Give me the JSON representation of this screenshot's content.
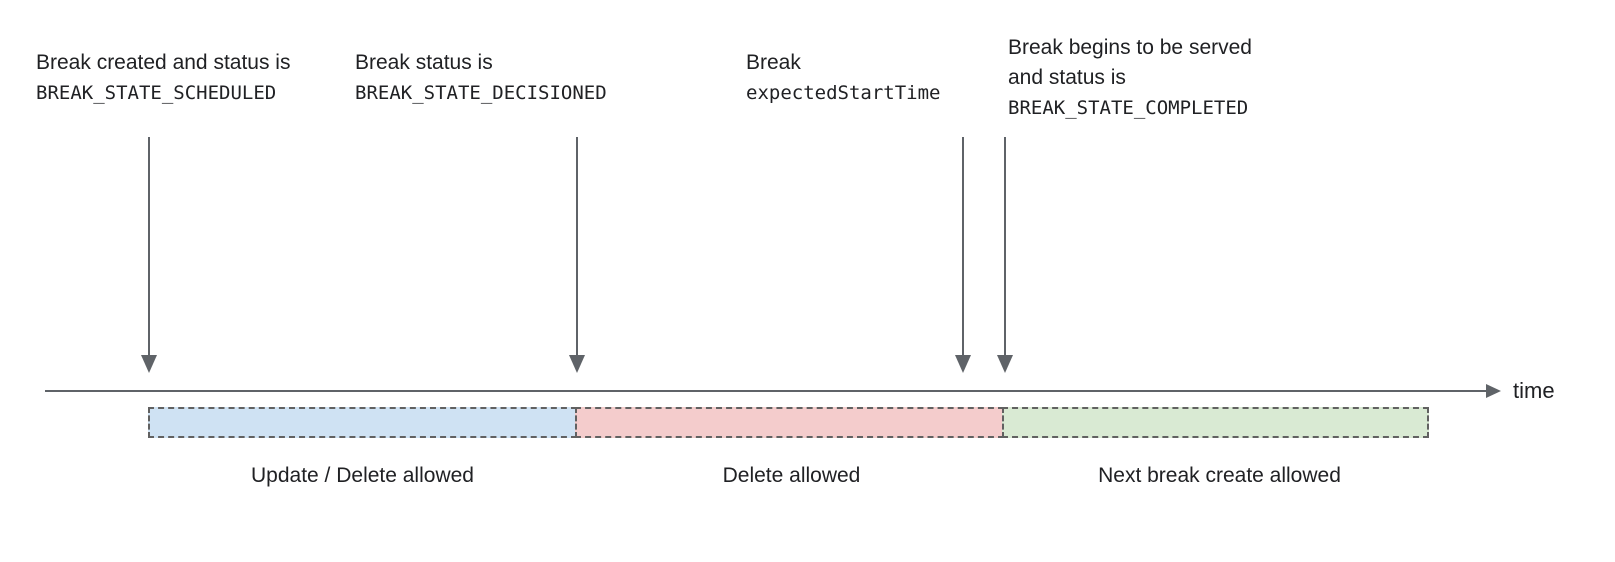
{
  "diagram": {
    "annotations": [
      {
        "line1": "Break created and status is",
        "code": "BREAK_STATE_SCHEDULED"
      },
      {
        "line1": "Break status is",
        "code": "BREAK_STATE_DECISIONED"
      },
      {
        "line1": "Break",
        "code": "expectedStartTime"
      },
      {
        "line1": "Break begins to be served",
        "line2": "and status is",
        "code": "BREAK_STATE_COMPLETED"
      }
    ],
    "axis_label": "time",
    "segments": [
      {
        "label": "Update / Delete allowed",
        "fill": "#cfe2f3"
      },
      {
        "label": "Delete allowed",
        "fill": "#f4cccc"
      },
      {
        "label": "Next break create allowed",
        "fill": "#d9ead3"
      }
    ],
    "colors": {
      "line": "#5f6368",
      "dash_border": "#616161",
      "text": "#202124"
    }
  }
}
